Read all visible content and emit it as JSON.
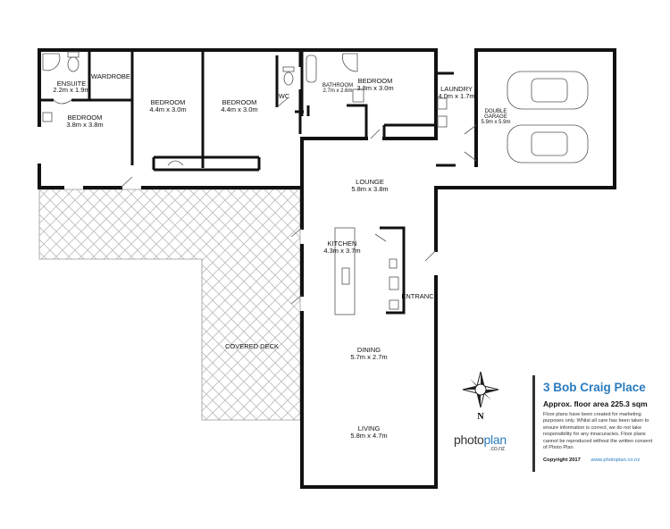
{
  "rooms": {
    "ensuite": {
      "name": "ENSUITE",
      "size": "2.2m x 1.9m"
    },
    "wardrobe": {
      "name": "WARDROBE"
    },
    "bedroom1": {
      "name": "BEDROOM",
      "size": "3.8m x 3.8m"
    },
    "bedroom2": {
      "name": "BEDROOM",
      "size": "4.4m x 3.0m"
    },
    "bedroom3": {
      "name": "BEDROOM",
      "size": "4.4m x 3.0m"
    },
    "wc": {
      "name": "WC"
    },
    "bathroom": {
      "name": "BATHROOM",
      "size": "2.7m x 2.6m"
    },
    "bedroom4": {
      "name": "BEDROOM",
      "size": "3.8m x 3.0m"
    },
    "laundry": {
      "name": "LAUNDRY",
      "size": "4.0m x 1.7m"
    },
    "garage": {
      "name1": "DOUBLE",
      "name2": "GARAGE",
      "size": "5.9m x 5.9m"
    },
    "lounge": {
      "name": "LOUNGE",
      "size": "5.8m x 3.8m"
    },
    "kitchen": {
      "name": "KITCHEN",
      "size": "4.3m x 3.7m"
    },
    "entrance": {
      "name": "ENTRANCE"
    },
    "deck": {
      "name": "COVERED DECK"
    },
    "dining": {
      "name": "DINING",
      "size": "5.7m x 2.7m"
    },
    "living": {
      "name": "LIVING",
      "size": "5.8m x 4.7m"
    }
  },
  "compass": {
    "north_label": "N"
  },
  "logo": {
    "part1": "photo",
    "part2": "plan",
    "domain": ".co.nz"
  },
  "info": {
    "title": "3 Bob Craig Place",
    "area": "Approx. floor area 225.3 sqm",
    "disclaimer": "Floor plans have been created for marketing purposes only. Whilst all care has been taken to ensure information is correct, we do not take responsibility for any innacuracies. Floor plans cannot be reproduced without the written consent of Photo Plan",
    "copyright": "Copyright 2017",
    "url": "www.photoplan.co.nz"
  },
  "colors": {
    "accent": "#2a7bbf",
    "walls": "#111111"
  }
}
